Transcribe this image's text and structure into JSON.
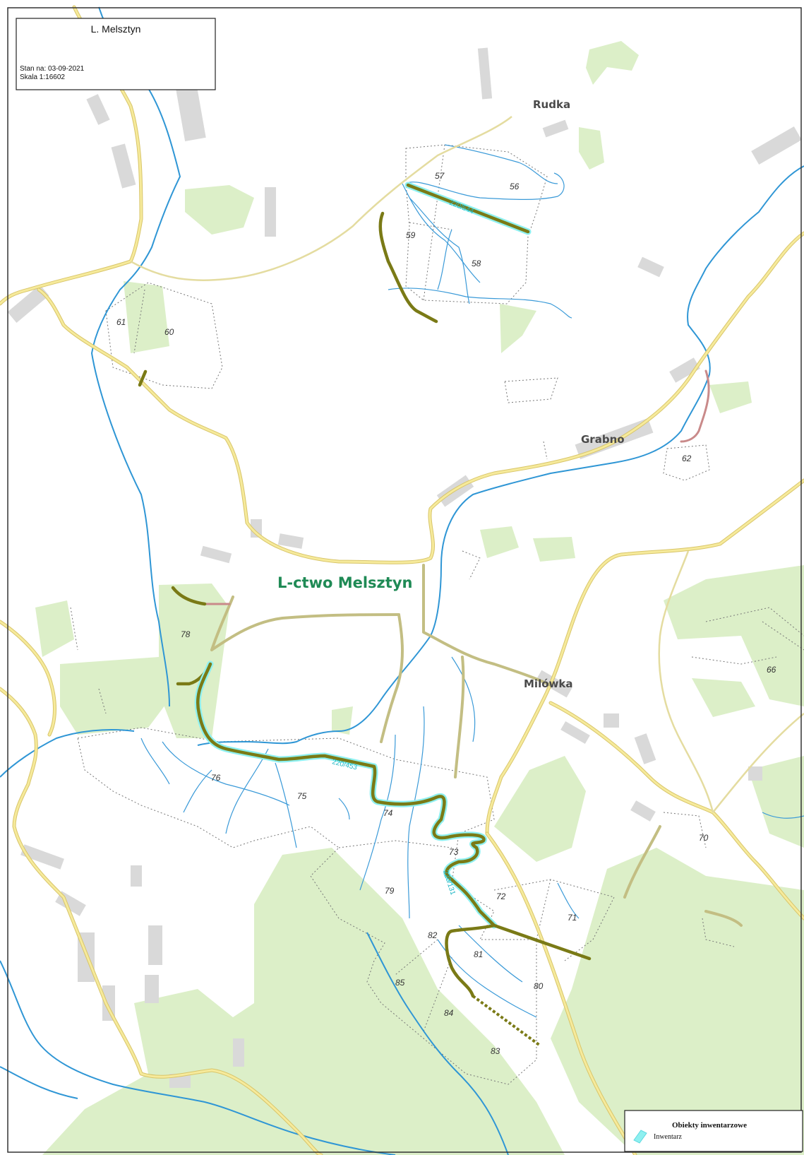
{
  "map": {
    "title": "L. Melsztyn",
    "date_line": "Stan na: 03-09-2021",
    "scale_line": "Skala 1:16602",
    "forestry_label": "L-ctwo Melsztyn"
  },
  "places": {
    "rudka": "Rudka",
    "grabno": "Grabno",
    "milowka": "Milówka"
  },
  "compartments": {
    "c56": "56",
    "c57": "57",
    "c58": "58",
    "c59": "59",
    "c60": "60",
    "c61": "61",
    "c62": "62",
    "c66": "66",
    "c70": "70",
    "c71": "71",
    "c72": "72",
    "c73": "73",
    "c74": "74",
    "c75": "75",
    "c76": "76",
    "c78": "78",
    "c79": "79",
    "c80": "80",
    "c81": "81",
    "c82": "82",
    "c83": "83",
    "c84": "84",
    "c85": "85"
  },
  "route_codes": {
    "upper": "220/544",
    "middle": "220/453",
    "lower": "220/131"
  },
  "legend": {
    "title": "Obiekty inwentarzowe",
    "item": "Inwentarz",
    "item_icon": "inventory-swatch-icon"
  },
  "colors": {
    "forest": "#dcefc8",
    "road": "#f6ea9b",
    "river": "#2f96d5",
    "inventory_line": "#7a7a16",
    "inventory_halo": "#8ef0f0",
    "forestry_label": "#1f8a55"
  }
}
